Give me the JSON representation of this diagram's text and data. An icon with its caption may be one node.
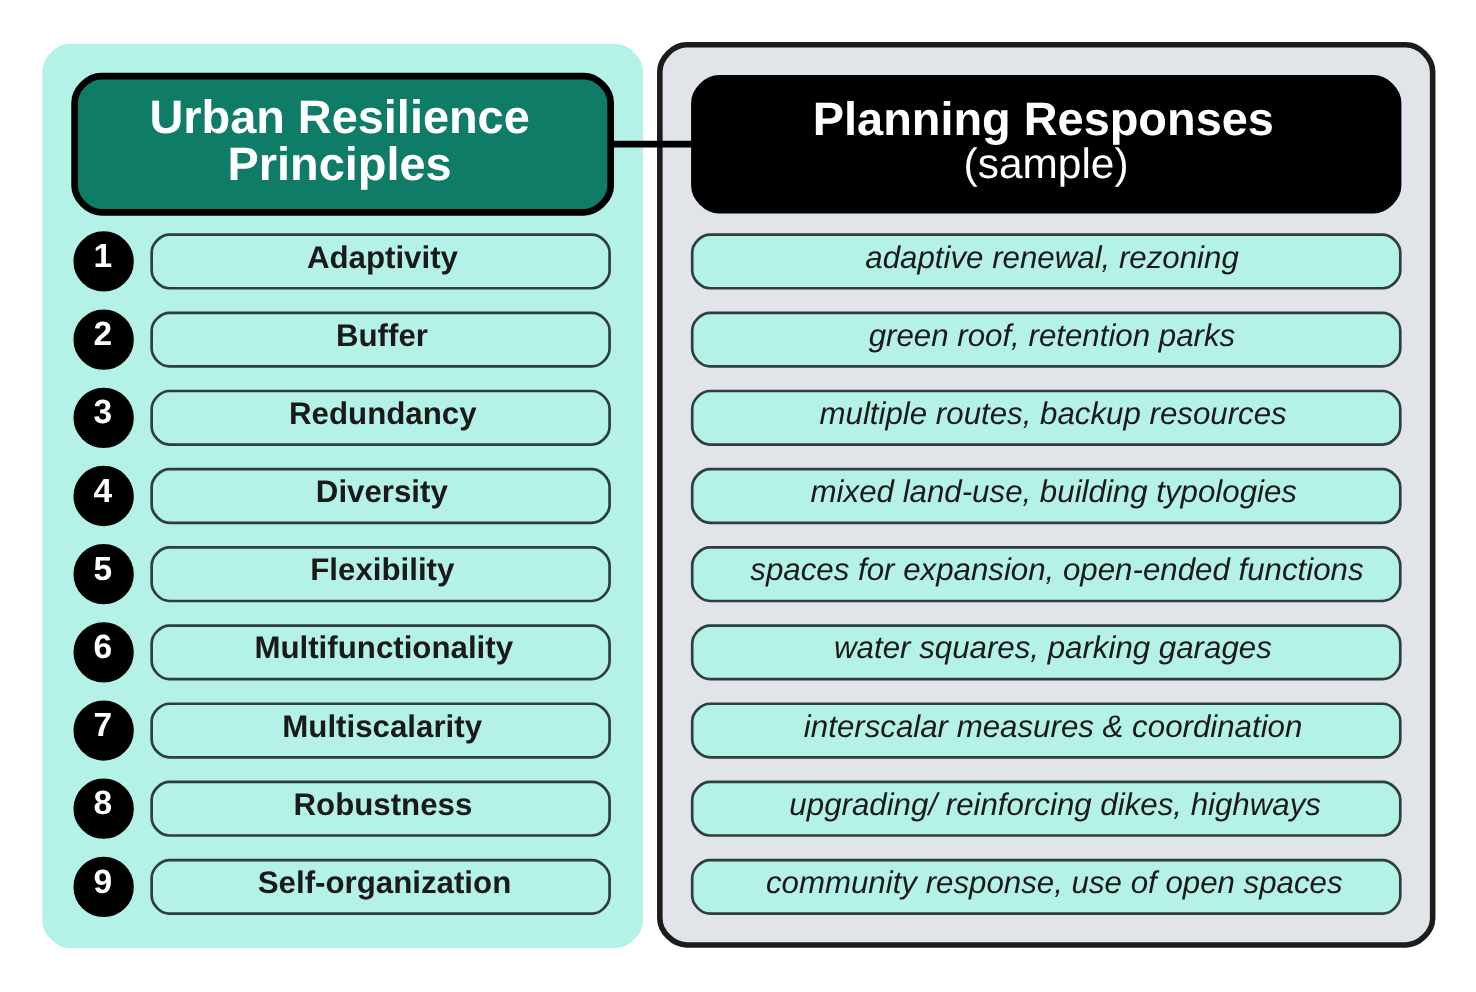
{
  "diagram": {
    "nodes": [
      {
        "text": [],
        "shape": "box"
      },
      {
        "text": [
          "Urban Resilience Principles"
        ],
        "in": 0
      },
      {
        "text": [
          "1"
        ],
        "in": 0
      },
      {
        "text": [
          "Adaptivity"
        ],
        "in": 0
      },
      {
        "text": [
          "2"
        ],
        "in": 0
      },
      {
        "text": [
          "Buffer"
        ],
        "in": 0
      },
      {
        "text": [
          "3"
        ],
        "in": 0
      },
      {
        "text": [
          "Redundancy"
        ],
        "in": 0
      },
      {
        "text": [
          "4"
        ],
        "in": 0
      },
      {
        "text": [
          "Diversity"
        ],
        "in": 0
      },
      {
        "text": [
          "5"
        ],
        "in": 0
      },
      {
        "text": [
          "Flexibility"
        ],
        "in": 0
      },
      {
        "text": [
          "6"
        ],
        "in": 0
      },
      {
        "text": [
          "Multifunctionality"
        ],
        "in": 0
      },
      {
        "text": [
          "7"
        ],
        "in": 0
      },
      {
        "text": [
          "Multiscalarity"
        ],
        "in": 0
      },
      {
        "text": [
          "8"
        ],
        "in": 0
      },
      {
        "text": [
          "Robustness"
        ],
        "in": 0
      },
      {
        "text": [
          "9"
        ],
        "in": 0
      },
      {
        "text": [
          "Self-organization"
        ],
        "in": 0
      },
      {
        "text": [],
        "shape": "box"
      },
      {
        "text": [
          "Planning Responses",
          "(sample)"
        ],
        "in": 20
      },
      {
        "text": [
          "adaptive renewal, rezoning"
        ],
        "in": 20
      },
      {
        "text": [
          "green roof, retention parks"
        ],
        "in": 20
      },
      {
        "text": [
          "multiple routes, backup resources"
        ],
        "in": 20
      },
      {
        "text": [
          "mixed land-use, building typologies"
        ],
        "in": 20
      },
      {
        "text": [
          "spaces for expansion, open-ended functions"
        ],
        "in": 20
      },
      {
        "text": [
          "water squares, parking garages"
        ],
        "in": 20
      },
      {
        "text": [
          "interscalar measures & coordination"
        ],
        "in": 20
      },
      {
        "text": [
          "upgrading/ reinforcing dikes, highways"
        ],
        "in": 20
      },
      {
        "text": [
          "community response, use of open spaces"
        ],
        "in": 20
      }
    ],
    "edges": [
      {
        "from": 1,
        "to": 21,
        "arrow": "none"
      }
    ]
  }
}
